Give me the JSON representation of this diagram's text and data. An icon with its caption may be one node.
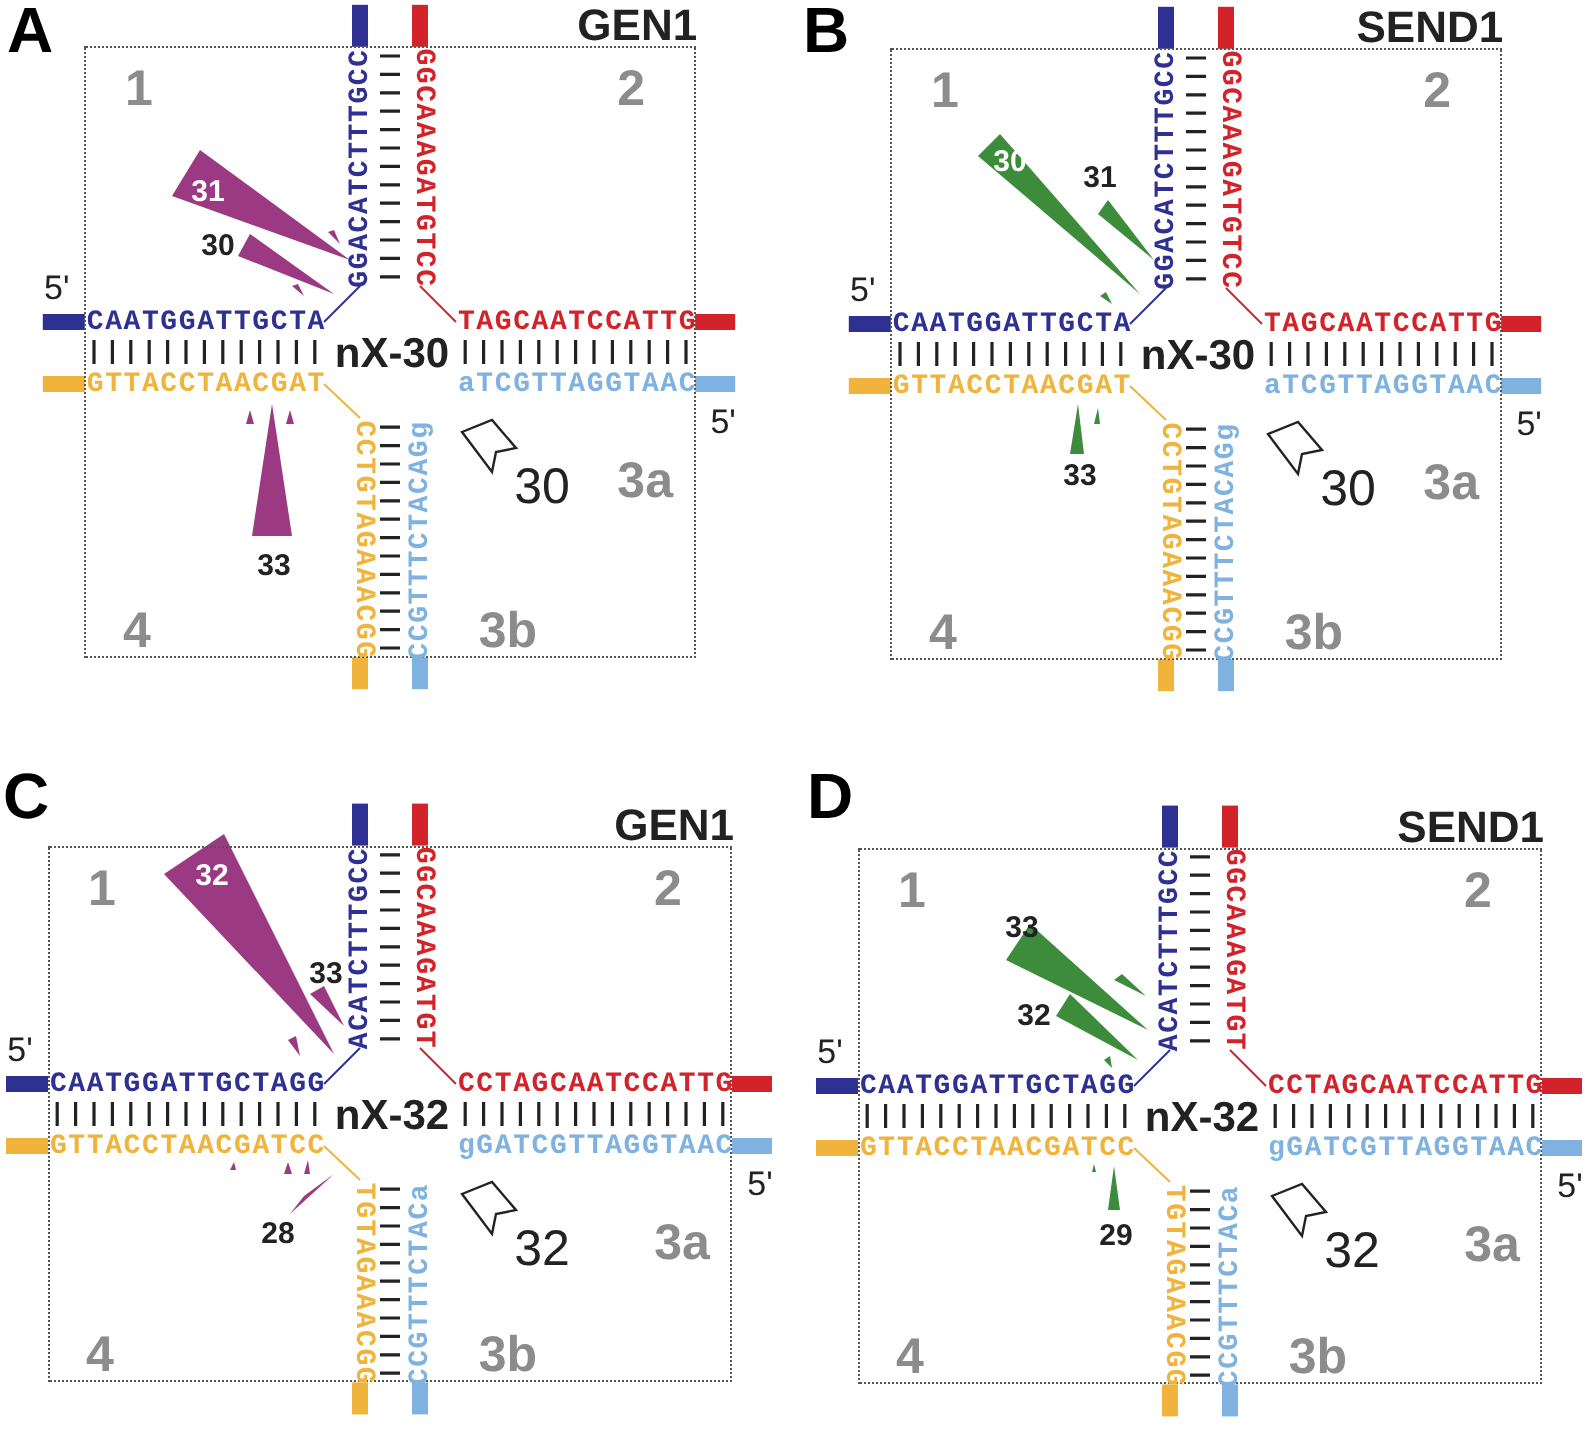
{
  "diagram": {
    "nodes": [
      {
        "text": [
          "A",
          "GEN1",
          "1",
          "2",
          "5'",
          "GGACATCTTTGCC",
          "GGCAAAGATGTCC",
          "CAATGGATTGCTA",
          "TAGCAATCCATTG",
          "nX-30",
          "GTTACCTAACGAT",
          "aTCGTTAGGTAAC",
          "5'",
          "CCTGTAGAAACGG",
          "CCGTTTCTACAGg",
          "30",
          "3a",
          "3b",
          "4",
          "31",
          "30",
          "33"
        ]
      },
      {
        "text": [
          "B",
          "SEND1",
          "1",
          "2",
          "5'",
          "GGACATCTTTGCC",
          "GGCAAAGATGTCC",
          "CAATGGATTGCTA",
          "TAGCAATCCATTG",
          "nX-30",
          "GTTACCTAACGAT",
          "aTCGTTAGGTAAC",
          "5'",
          "CCTGTAGAAACGG",
          "CCGTTTCTACAGg",
          "30",
          "3a",
          "3b",
          "4",
          "30",
          "31",
          "33"
        ]
      },
      {
        "text": [
          "C",
          "GEN1",
          "1",
          "2",
          "5'",
          "ACATCTTTGCC",
          "GGCAAAGATGT",
          "CAATGGATTGCTAGG",
          "CCTAGCAATCCATTG",
          "nX-32",
          "GTTACCTAACGATCC",
          "gGATCGTTAGGTAAC",
          "5'",
          "TGTAGAAACGG",
          "CCGTTTCTACa",
          "32",
          "3a",
          "3b",
          "4",
          "32",
          "33",
          "28"
        ]
      },
      {
        "text": [
          "D",
          "SEND1",
          "1",
          "2",
          "5'",
          "ACATCTTTGCC",
          "GGCAAAGATGT",
          "CAATGGATTGCTAGG",
          "CCTAGCAATCCATTG",
          "nX-32",
          "GTTACCTAACGATCC",
          "gGATCGTTAGGTAAC",
          "5'",
          "TGTAGAAACGG",
          "CCGTTTCTACa",
          "32",
          "3a",
          "3b",
          "4",
          "33",
          "32",
          "29"
        ]
      }
    ]
  }
}
